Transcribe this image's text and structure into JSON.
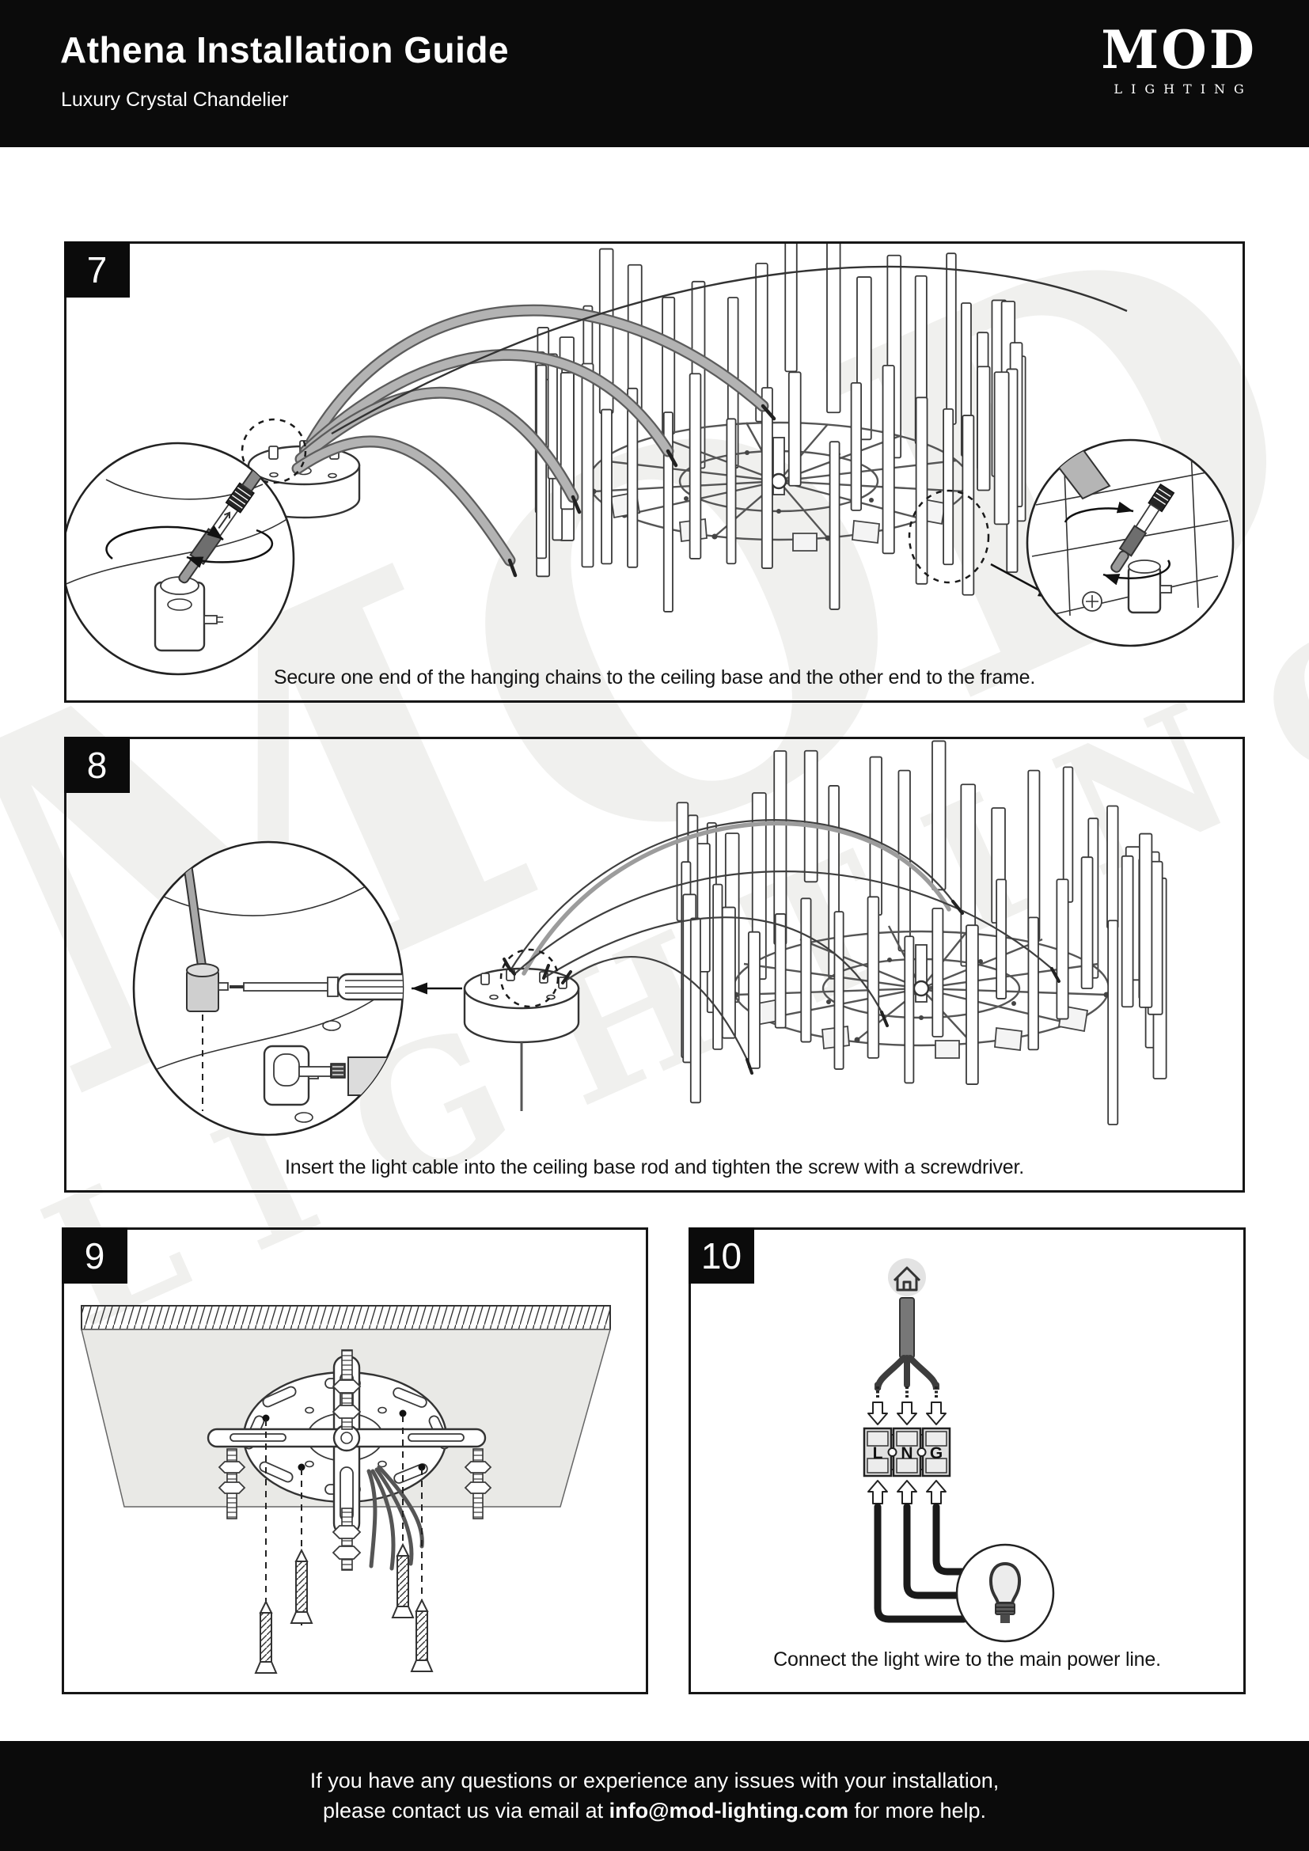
{
  "header": {
    "title": "Athena Installation Guide",
    "subtitle": "Luxury Crystal Chandelier",
    "brand_name": "MOD",
    "brand_tagline": "LIGHTING"
  },
  "watermark": {
    "line1": "MOD",
    "line2": "LIGHTING"
  },
  "steps": [
    {
      "number": "7",
      "caption": "Secure one end of the hanging chains to the ceiling base and the other end to the frame."
    },
    {
      "number": "8",
      "caption": "Insert the light cable into the ceiling base rod and tighten the screw with a screwdriver."
    },
    {
      "number": "9",
      "caption": ""
    },
    {
      "number": "10",
      "caption": "Connect the light wire to the main power line."
    }
  ],
  "wiring": {
    "terminals": [
      "L",
      "N",
      "G"
    ]
  },
  "footer": {
    "line1": "If you have any questions or experience any issues with your installation,",
    "line2_prefix": "please contact us via email at ",
    "email": "info@mod-lighting.com",
    "line2_suffix": " for more help."
  },
  "colors": {
    "header_bg": "#0b0b0b",
    "panel_border": "#161616",
    "chain_gray": "#b3b3b3",
    "ceiling_gray": "#e9e9e6",
    "wire_dark": "#3d3d3d",
    "watermark_gray": "#f0f0ee"
  }
}
